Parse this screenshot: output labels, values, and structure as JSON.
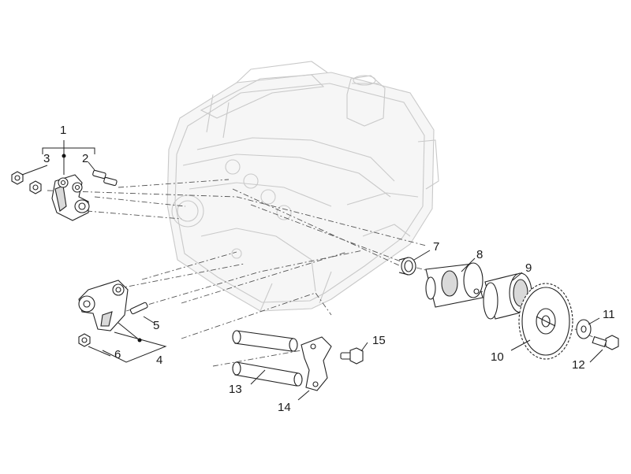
{
  "diagram": {
    "labels": {
      "p1": "1",
      "p2": "2",
      "p3": "3",
      "p4": "4",
      "p5": "5",
      "p6": "6",
      "p7": "7",
      "p8": "8",
      "p9": "9",
      "p10": "10",
      "p11": "11",
      "p12": "12",
      "p13": "13",
      "p14": "14",
      "p15": "15"
    }
  }
}
